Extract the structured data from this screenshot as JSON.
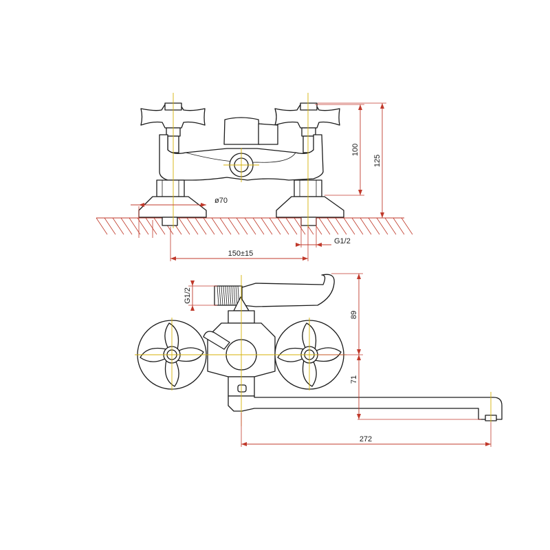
{
  "dimensions": {
    "height_to_center": "100",
    "height_total": "125",
    "flange_diameter": "ø70",
    "inlet_thread_front": "G1/2",
    "inlet_spacing": "150±15",
    "outlet_thread_side": "G1/2",
    "shower_outlet_height": "89",
    "spout_drop": "71",
    "spout_length": "272"
  },
  "colors": {
    "outline": "#1a1a1a",
    "dimension": "#c0392b",
    "centerline": "#d4b106"
  }
}
